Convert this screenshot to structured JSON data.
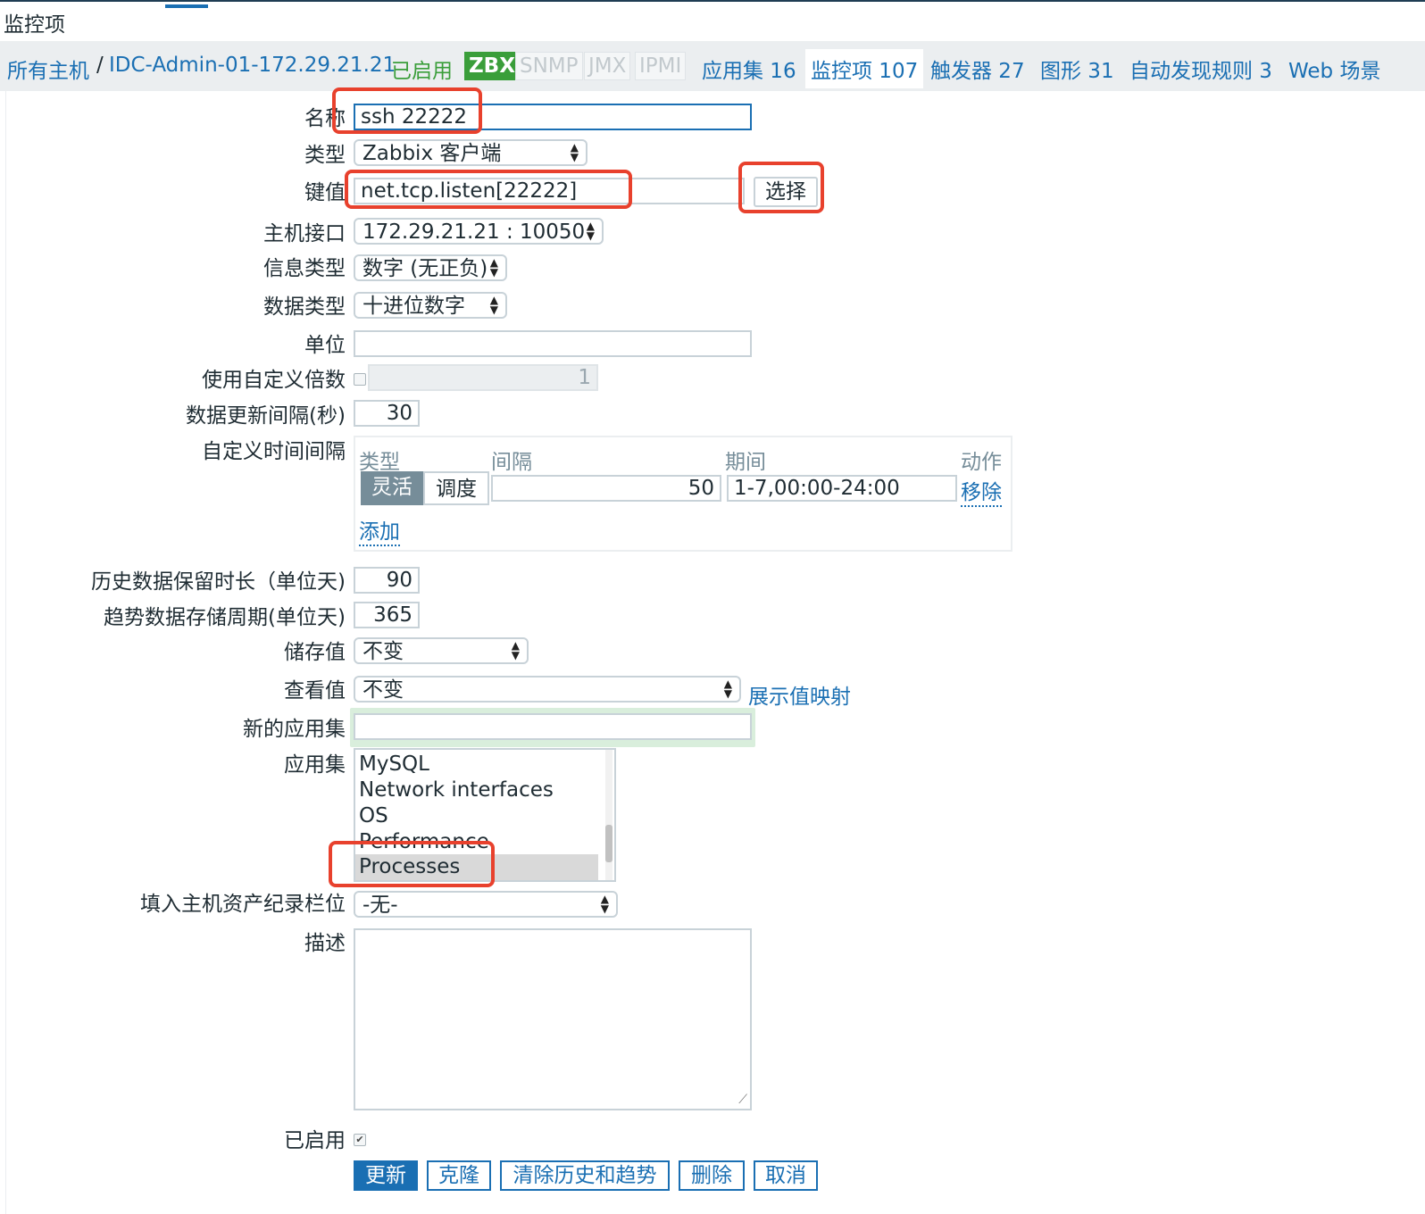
{
  "page": {
    "title": "监控项"
  },
  "nav": {
    "breadcrumb_all_hosts": "所有主机",
    "separator": "/",
    "host": "IDC-Admin-01-172.29.21.21",
    "status": "已启用",
    "tags": [
      "ZBX",
      "SNMP",
      "JMX",
      "IPMI"
    ],
    "applications": "应用集 16",
    "items": "监控项 107",
    "triggers": "触发器 27",
    "graphs": "图形 31",
    "discovery": "自动发现规则 3",
    "web": "Web 场景"
  },
  "form": {
    "name_label": "名称",
    "name_value": "ssh 22222",
    "type_label": "类型",
    "type_value": "Zabbix 客户端",
    "key_label": "键值",
    "key_value": "net.tcp.listen[22222]",
    "select_button": "选择",
    "interface_label": "主机接口",
    "interface_value": "172.29.21.21 : 10050",
    "info_type_label": "信息类型",
    "info_type_value": "数字 (无正负)",
    "data_type_label": "数据类型",
    "data_type_value": "十进位数字",
    "units_label": "单位",
    "units_value": "",
    "multiplier_label": "使用自定义倍数",
    "multiplier_value": "1",
    "interval_label": "数据更新间隔(秒)",
    "interval_value": "30",
    "custom_interval_label": "自定义时间间隔",
    "flex": {
      "col_type": "类型",
      "col_interval": "间隔",
      "col_period": "期间",
      "col_action": "动作",
      "seg_flexible": "灵活",
      "seg_scheduling": "调度",
      "interval": "50",
      "period": "1-7,00:00-24:00",
      "remove": "移除",
      "add": "添加"
    },
    "history_label": "历史数据保留时长（单位天)",
    "history_value": "90",
    "trends_label": "趋势数据存储周期(单位天)",
    "trends_value": "365",
    "store_label": "储存值",
    "store_value": "不变",
    "show_label": "查看值",
    "show_value": "不变",
    "show_mapping_link": "展示值映射",
    "new_app_label": "新的应用集",
    "new_app_value": "",
    "apps_label": "应用集",
    "apps": [
      "MySQL",
      "Network interfaces",
      "OS",
      "Performance",
      "Processes"
    ],
    "inventory_label": "填入主机资产纪录栏位",
    "inventory_value": "-无-",
    "description_label": "描述",
    "enabled_label": "已启用"
  },
  "buttons": {
    "update": "更新",
    "clone": "克隆",
    "clear": "清除历史和趋势",
    "delete": "删除",
    "cancel": "取消"
  }
}
